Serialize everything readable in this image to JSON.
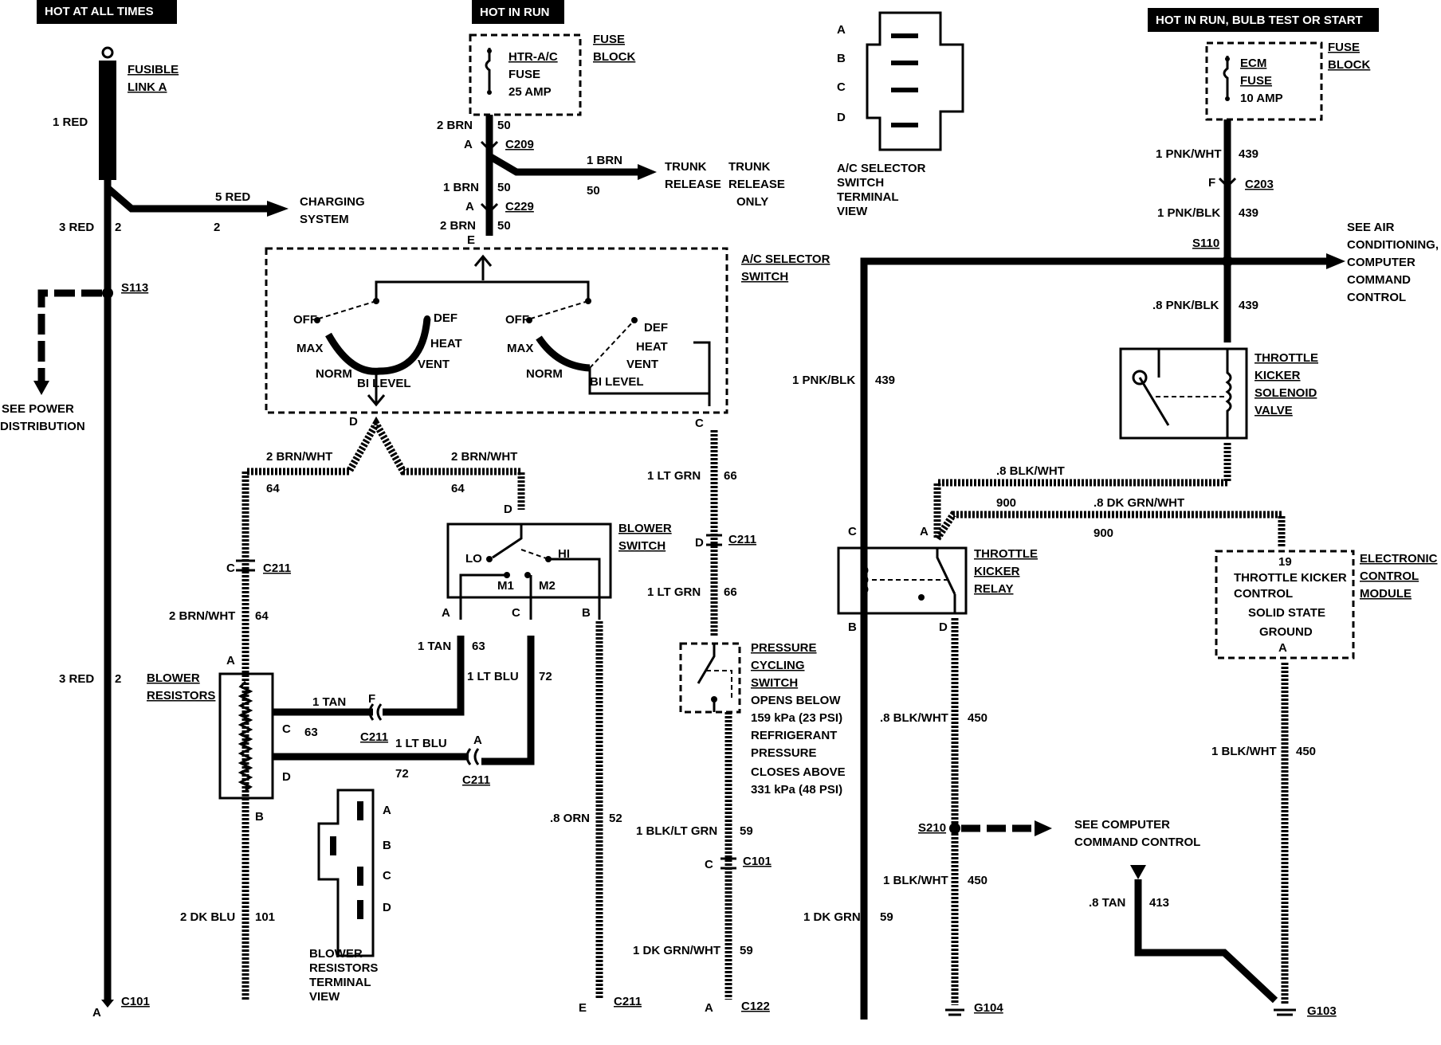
{
  "headers": {
    "hot_at_all_times": "HOT AT ALL TIMES",
    "hot_in_run": "HOT IN RUN",
    "hot_in_run_bulb": "HOT IN RUN, BULB TEST OR START"
  },
  "components": {
    "fusible_link": [
      "FUSIBLE",
      "LINK A"
    ],
    "htr_fuse": [
      "HTR-A/C",
      "FUSE",
      "25 AMP"
    ],
    "fuse_block": [
      "FUSE",
      "BLOCK"
    ],
    "ecm_fuse": [
      "ECM",
      "FUSE",
      "10 AMP"
    ],
    "ac_selector_switch": [
      "A/C SELECTOR",
      "SWITCH"
    ],
    "ac_selector_terminal_view": [
      "A/C SELECTOR",
      "SWITCH",
      "TERMINAL",
      "VIEW"
    ],
    "blower_switch": [
      "BLOWER",
      "SWITCH"
    ],
    "blower_resistors": [
      "BLOWER",
      "RESISTORS"
    ],
    "blower_resistors_terminal_view": [
      "BLOWER",
      "RESISTORS",
      "TERMINAL",
      "VIEW"
    ],
    "pressure_cycling_switch": [
      "PRESSURE",
      "CYCLING",
      "SWITCH"
    ],
    "pressure_note": [
      "OPENS BELOW",
      "159 kPa (23 PSI)",
      "REFRIGERANT",
      "PRESSURE",
      "CLOSES ABOVE",
      "331 kPa (48 PSI)"
    ],
    "throttle_kicker_solenoid": [
      "THROTTLE",
      "KICKER",
      "SOLENOID",
      "VALVE"
    ],
    "throttle_kicker_relay": [
      "THROTTLE",
      "KICKER",
      "RELAY"
    ],
    "ecm": [
      "ELECTRONIC",
      "CONTROL",
      "MODULE"
    ],
    "ecm_inner": [
      "THROTTLE KICKER",
      "CONTROL",
      "SOLID STATE",
      "GROUND"
    ]
  },
  "switch_positions": {
    "left": [
      "OFF",
      "DEF",
      "MAX",
      "HEAT",
      "NORM",
      "VENT",
      "BI LEVEL"
    ],
    "right": [
      "OFF",
      "DEF",
      "HEAT",
      "MAX",
      "VENT",
      "NORM",
      "BI LEVEL"
    ],
    "blower": [
      "LO",
      "HI",
      "M1",
      "M2"
    ]
  },
  "references": {
    "charging_system": [
      "CHARGING",
      "SYSTEM"
    ],
    "see_power_distribution": [
      "SEE POWER",
      "DISTRIBUTION"
    ],
    "trunk_release": [
      "TRUNK",
      "RELEASE"
    ],
    "trunk_release_only": [
      "TRUNK",
      "RELEASE",
      "ONLY"
    ],
    "see_air_conditioning": [
      "SEE AIR",
      "CONDITIONING,",
      "COMPUTER",
      "COMMAND",
      "CONTROL"
    ],
    "see_computer_command": [
      "SEE COMPUTER",
      "COMMAND CONTROL"
    ]
  },
  "terminal_letters": [
    "A",
    "B",
    "C",
    "D"
  ],
  "connectors": [
    "C209",
    "C229",
    "C211",
    "C203",
    "C101",
    "C122",
    "S113",
    "S110",
    "S210",
    "G104",
    "G103"
  ],
  "wires": {
    "red_1": "1 RED",
    "red_5": "5 RED",
    "red_3": "3 RED",
    "red_ckt": "2",
    "brn_2": "2 BRN",
    "brn_1": "1 BRN",
    "brn_ckt": "50",
    "brn_wht_2": "2 BRN/WHT",
    "brn_wht_ckt": "64",
    "tan_1": "1 TAN",
    "tan_ckt": "63",
    "lt_blu_1": "1 LT BLU",
    "lt_blu_ckt": "72",
    "dk_blu_2": "2 DK BLU",
    "dk_blu_ckt": "101",
    "orn_8": ".8 ORN",
    "orn_ckt": "52",
    "lt_grn_1": "1 LT GRN",
    "lt_grn_ckt": "66",
    "blk_lt_grn": "1 BLK/LT GRN",
    "dk_grn_wht_1": "1 DK GRN/WHT",
    "dk_grn_1": "1 DK GRN",
    "ckt_59": "59",
    "pnk_wht": "1 PNK/WHT",
    "pnk_blk_1": "1 PNK/BLK",
    "pnk_blk_8": ".8 PNK/BLK",
    "ckt_439": "439",
    "blk_wht_8": ".8 BLK/WHT",
    "blk_wht_1": "1 BLK/WHT",
    "ckt_450": "450",
    "dk_grn_wht_8": ".8 DK GRN/WHT",
    "ckt_900": "900",
    "tan_8": ".8 TAN",
    "ckt_413": "413"
  }
}
